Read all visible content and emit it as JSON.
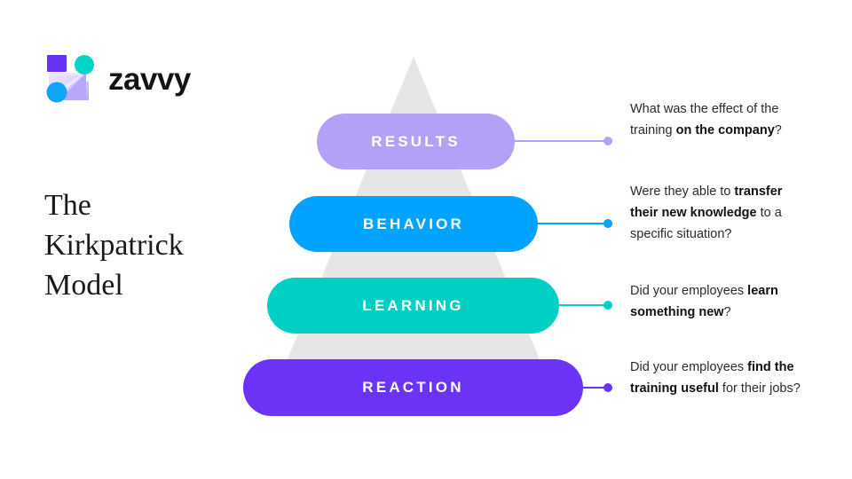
{
  "brand": {
    "wordmark": "zavvy",
    "mark_icon": "zavvy-z-logo-icon",
    "colors": {
      "square_purple": "#6633F5",
      "circle_teal": "#00D4C8",
      "circle_blue": "#0FA5F5",
      "z_light": "#B9A7FA"
    }
  },
  "headline": {
    "line1": "The",
    "line2": "Kirkpatrick",
    "line3": "Model"
  },
  "pyramid": {
    "background_color": "#E6E6E6",
    "levels": [
      {
        "id": "results",
        "label": "RESULTS",
        "color": "#B3A1F7",
        "note_prefix": "What was the effect of the training ",
        "note_bold": "on the company",
        "note_suffix": "?"
      },
      {
        "id": "behavior",
        "label": "BEHAVIOR",
        "color": "#00A3FF",
        "note_prefix": "Were they able to ",
        "note_bold": "transfer their new knowledge",
        "note_suffix": " to a specific situation?"
      },
      {
        "id": "learning",
        "label": "LEARNING",
        "color": "#00CFC4",
        "note_prefix": "Did your employees ",
        "note_bold": "learn something new",
        "note_suffix": "?"
      },
      {
        "id": "reaction",
        "label": "REACTION",
        "color": "#6B33F6",
        "note_prefix": "Did your employees ",
        "note_bold": "find the training useful",
        "note_suffix": " for their jobs?"
      }
    ]
  }
}
